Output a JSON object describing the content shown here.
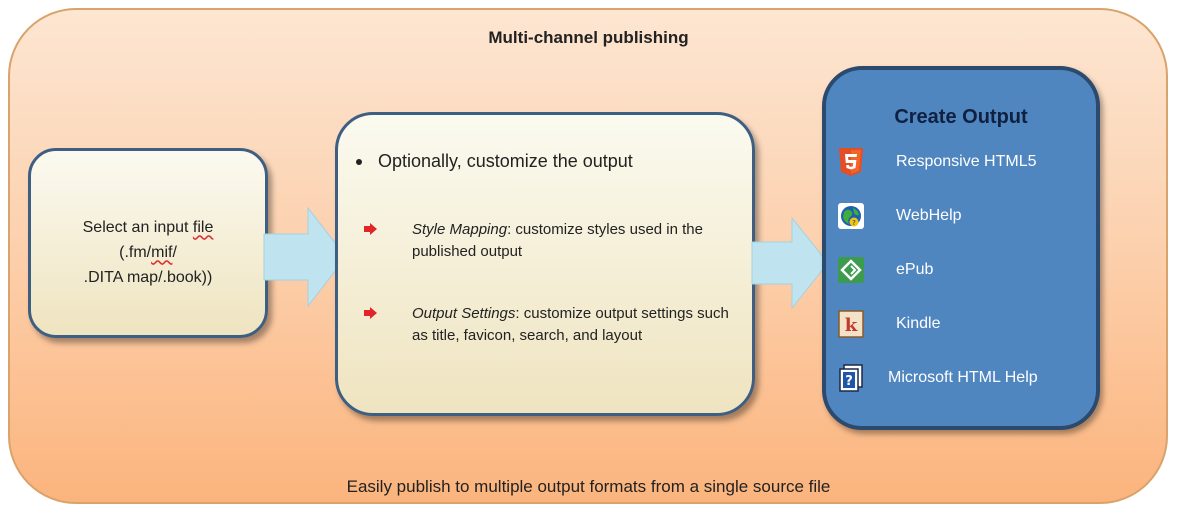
{
  "title": "Multi-channel publishing",
  "footer": "Easily publish to multiple output formats from a single source file",
  "input_box": {
    "line1_prefix": "Select an input ",
    "line1_word": "file",
    "line2_prefix": "(.fm/",
    "line2_word": "mif",
    "line2_suffix": "/",
    "line3": ".DITA map/.book))"
  },
  "customize_box": {
    "heading": "Optionally, customize the output",
    "items": [
      {
        "lead": "Style Mapping",
        "text": ": customize styles used in the published output"
      },
      {
        "lead": "Output Settings",
        "text": ":  customize output settings such as title, favicon, search, and layout"
      }
    ]
  },
  "output_box": {
    "title": "Create Output",
    "outputs": [
      {
        "label": "Responsive  HTML5",
        "icon": "html5-icon"
      },
      {
        "label": "WebHelp",
        "icon": "webhelp-globe-icon"
      },
      {
        "label": "ePub",
        "icon": "epub-icon"
      },
      {
        "label": "Kindle",
        "icon": "kindle-icon"
      },
      {
        "label": "Microsoft HTML Help",
        "icon": "html-help-icon"
      }
    ]
  },
  "colors": {
    "outer_fill": "#fcd2b0",
    "output_box_fill": "#4f86c0",
    "arrow_fill": "#bfe3ef",
    "bullet_arrow": "#e0262a"
  }
}
